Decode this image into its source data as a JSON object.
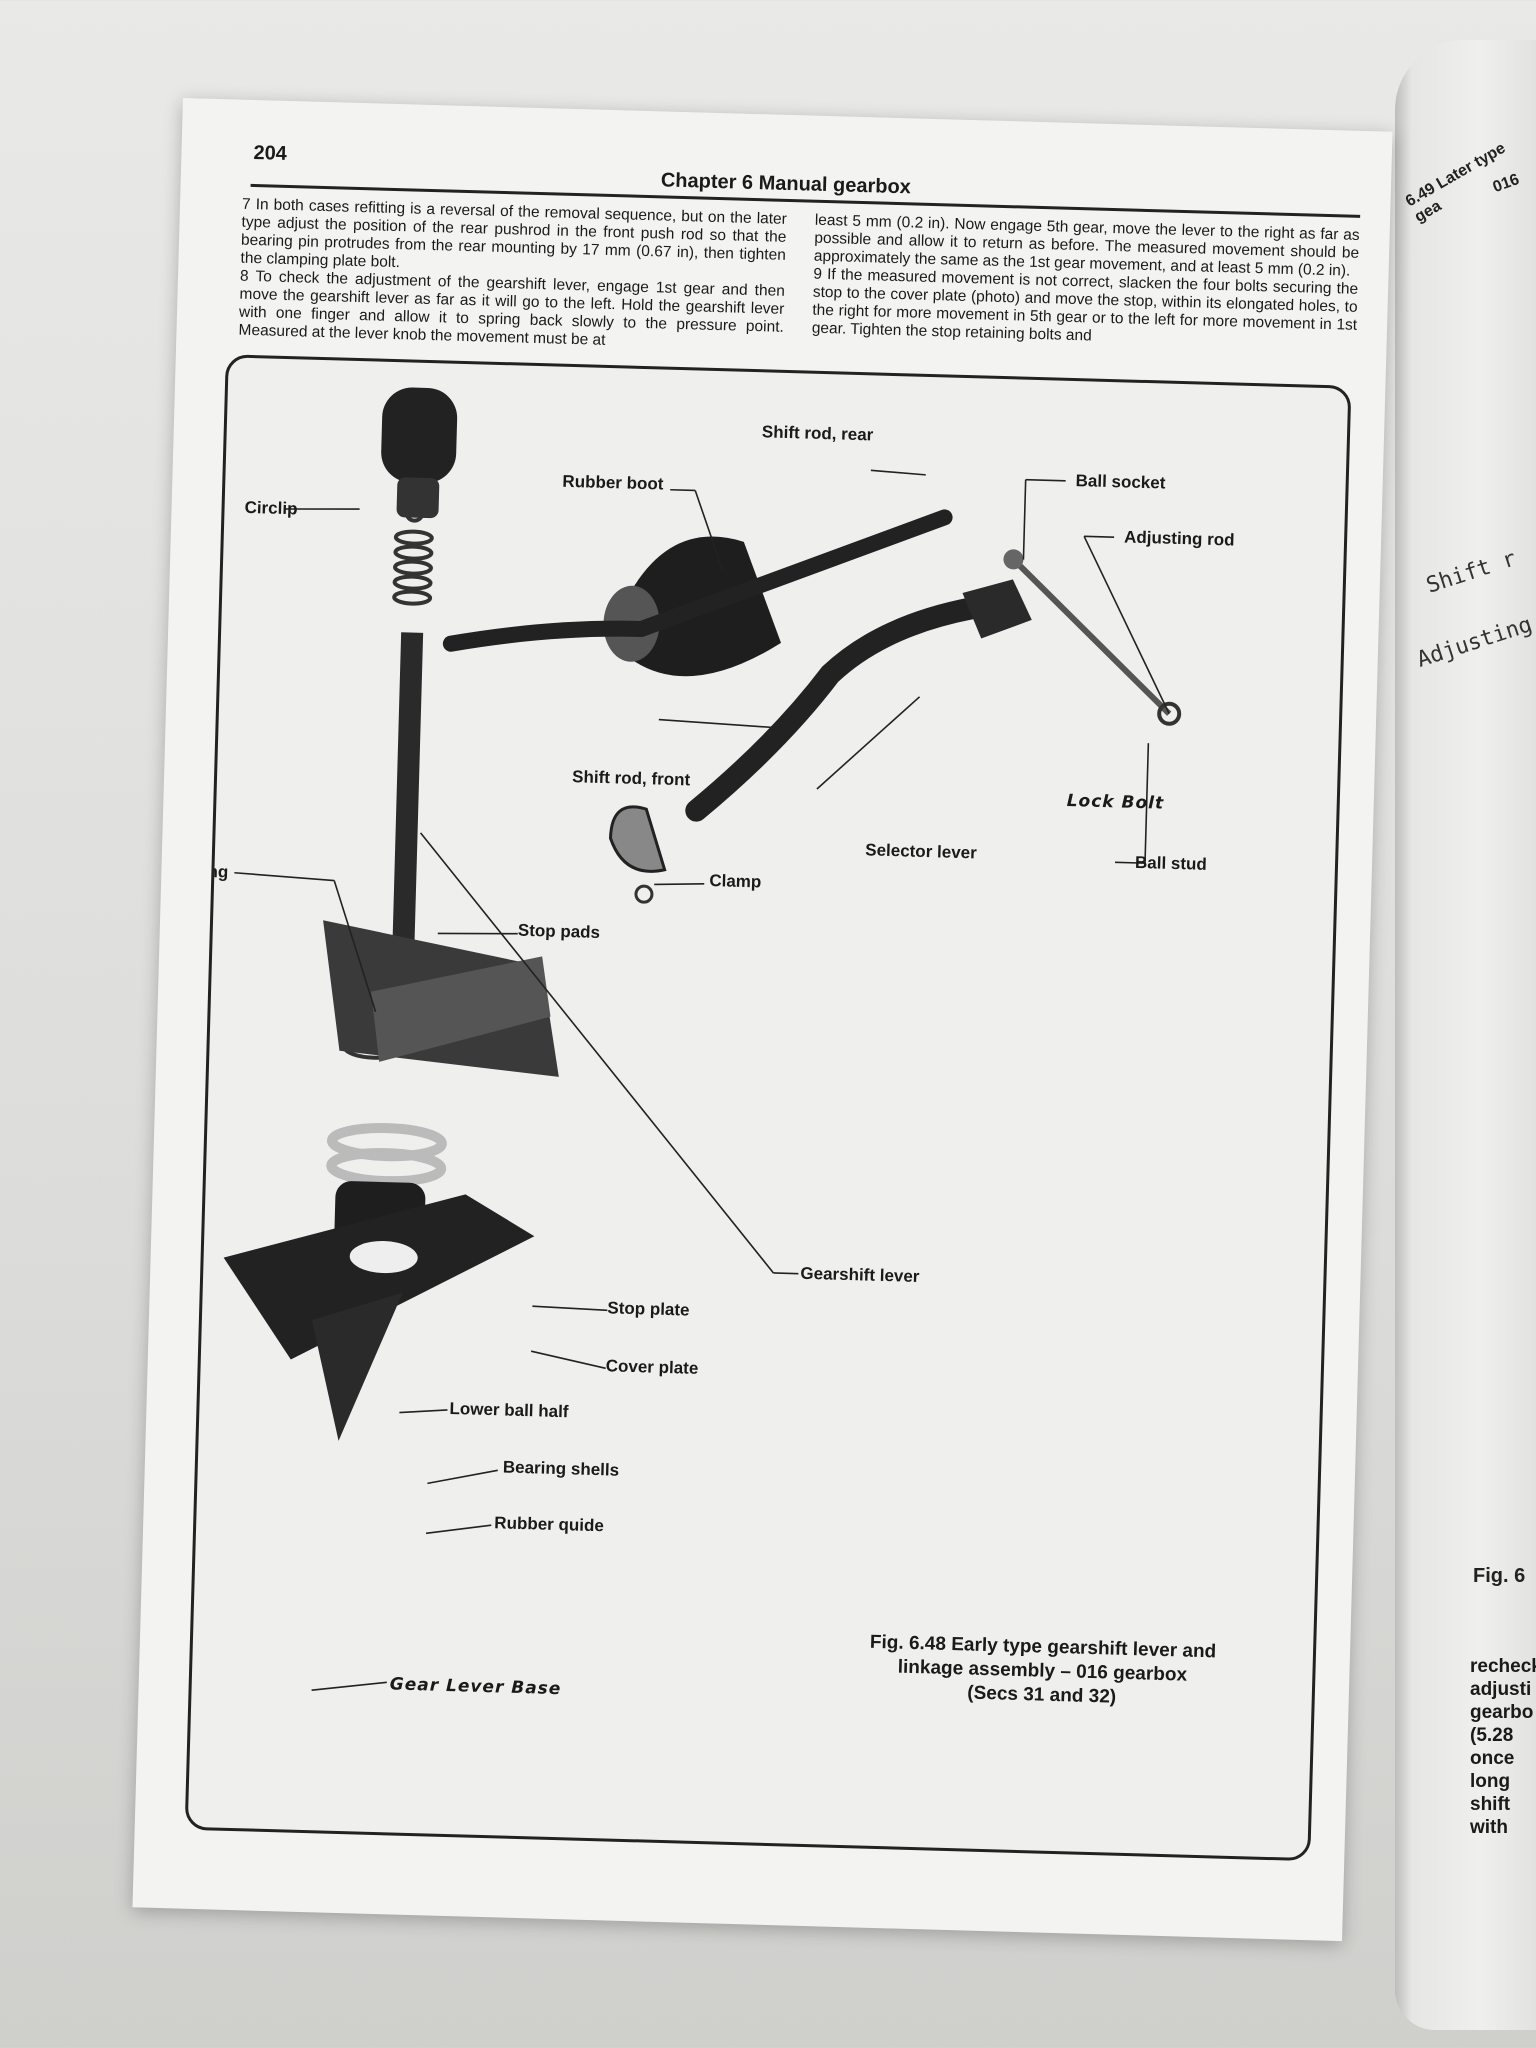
{
  "header": {
    "page_number": "204",
    "chapter_title": "Chapter 6  Manual gearbox"
  },
  "body": {
    "left_column": [
      "7  In both cases refitting is a reversal of the removal sequence, but on the later type adjust the position of the rear pushrod in the front push rod so that the bearing pin protrudes from the rear mounting by 17 mm (0.67 in), then tighten the clamping plate bolt.",
      "8  To check the adjustment of the gearshift lever, engage 1st gear and then move the gearshift lever as far as it will go to the left. Hold the gearshift lever with one finger and allow it to spring back slowly to the pressure point. Measured at the lever knob the movement must be at"
    ],
    "right_column": [
      "least 5 mm (0.2 in). Now engage 5th gear, move the lever to the right as far as possible and allow it to return as before. The measured movement should be approximately the same as the 1st gear movement, and at least 5 mm (0.2 in).",
      "9  If the measured movement is not correct, slacken the four bolts securing the stop to the cover plate (photo) and move the stop, within its elongated holes, to the right for more movement in 5th gear or to the left for more movement in 1st gear. Tighten the stop retaining bolts and"
    ]
  },
  "figure": {
    "labels": {
      "shift_rod_rear": "Shift rod, rear",
      "rubber_boot": "Rubber boot",
      "circlip": "Circlip",
      "ball_socket": "Ball socket",
      "adjusting_rod": "Adjusting rod",
      "shift_rod_front": "Shift rod, front",
      "lock_bolt": "Lock Bolt",
      "selector_lever": "Selector lever",
      "ball_stud": "Ball stud",
      "spring": "Spring",
      "stop_pads": "Stop pads",
      "clamp": "Clamp",
      "gearshift_lever": "Gearshift lever",
      "stop_plate": "Stop plate",
      "cover_plate": "Cover plate",
      "lower_ball_half": "Lower ball half",
      "bearing_shells": "Bearing shells",
      "rubber_guide": "Rubber quide",
      "gear_lever_base": "Gear Lever Base"
    },
    "caption": [
      "Fig. 6.48 Early type gearshift lever and",
      "linkage assembly – 016 gearbox",
      "(Secs 31 and 32)"
    ]
  },
  "next_page": {
    "fig_title": "6.49 Later type gea",
    "fig_title_2": "016",
    "label_1": "Shift r",
    "label_2": "Adjusting",
    "fig_ref": "Fig. 6",
    "text_lines": [
      "recheck",
      "adjusti",
      "gearbo",
      "(5.28",
      "once",
      "long",
      "shift",
      "with"
    ]
  }
}
